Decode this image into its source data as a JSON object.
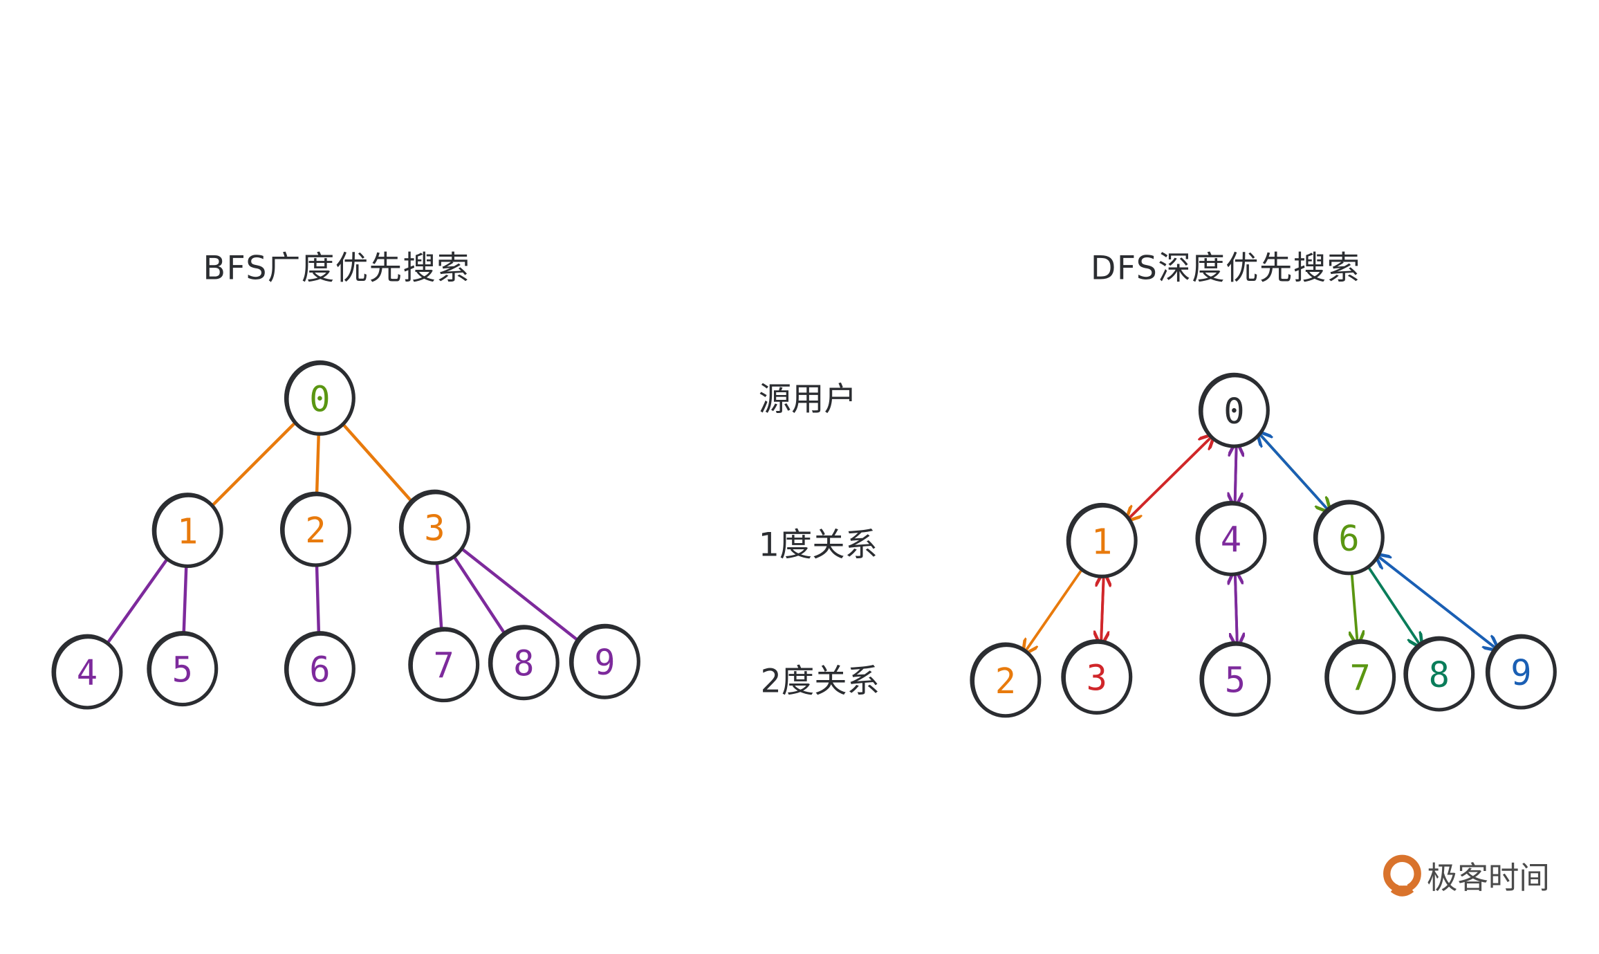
{
  "colors": {
    "ink": "#2b2d31",
    "orange": "#e87a0c",
    "purple": "#7d2a9c",
    "green": "#5a9612",
    "red": "#d0262a",
    "teal": "#0a7d5a",
    "blue": "#1a5fb4",
    "logo": "#d9732c"
  },
  "bfs": {
    "title": "BFS广度优先搜索",
    "nodes": [
      {
        "label": "0",
        "color": "green"
      },
      {
        "label": "1",
        "color": "orange"
      },
      {
        "label": "2",
        "color": "orange"
      },
      {
        "label": "3",
        "color": "orange"
      },
      {
        "label": "4",
        "color": "purple"
      },
      {
        "label": "5",
        "color": "purple"
      },
      {
        "label": "6",
        "color": "purple"
      },
      {
        "label": "7",
        "color": "purple"
      },
      {
        "label": "8",
        "color": "purple"
      },
      {
        "label": "9",
        "color": "purple"
      }
    ],
    "edges": [
      [
        0,
        1,
        "orange"
      ],
      [
        0,
        2,
        "orange"
      ],
      [
        0,
        3,
        "orange"
      ],
      [
        1,
        4,
        "purple"
      ],
      [
        1,
        5,
        "purple"
      ],
      [
        2,
        6,
        "purple"
      ],
      [
        3,
        7,
        "purple"
      ],
      [
        3,
        8,
        "purple"
      ],
      [
        3,
        9,
        "purple"
      ]
    ]
  },
  "levels": {
    "source": "源用户",
    "first": "1度关系",
    "second": "2度关系"
  },
  "dfs": {
    "title": "DFS深度优先搜索",
    "nodes": [
      {
        "label": "0",
        "color": "ink"
      },
      {
        "label": "1",
        "color": "orange"
      },
      {
        "label": "4",
        "color": "purple"
      },
      {
        "label": "6",
        "color": "green"
      },
      {
        "label": "2",
        "color": "orange"
      },
      {
        "label": "3",
        "color": "red"
      },
      {
        "label": "5",
        "color": "purple"
      },
      {
        "label": "7",
        "color": "green"
      },
      {
        "label": "8",
        "color": "teal"
      },
      {
        "label": "9",
        "color": "blue"
      }
    ],
    "edges": [
      [
        0,
        1,
        "orange"
      ],
      [
        1,
        0,
        "red"
      ],
      [
        0,
        2,
        "purple"
      ],
      [
        2,
        0,
        "purple"
      ],
      [
        0,
        3,
        "green"
      ],
      [
        3,
        0,
        "blue"
      ],
      [
        1,
        4,
        "orange"
      ],
      [
        1,
        5,
        "red"
      ],
      [
        5,
        1,
        "red"
      ],
      [
        2,
        6,
        "purple"
      ],
      [
        6,
        2,
        "purple"
      ],
      [
        3,
        7,
        "green"
      ],
      [
        3,
        8,
        "teal"
      ],
      [
        3,
        9,
        "blue"
      ],
      [
        9,
        3,
        "blue"
      ]
    ]
  },
  "logo": {
    "text": "极客时间"
  }
}
